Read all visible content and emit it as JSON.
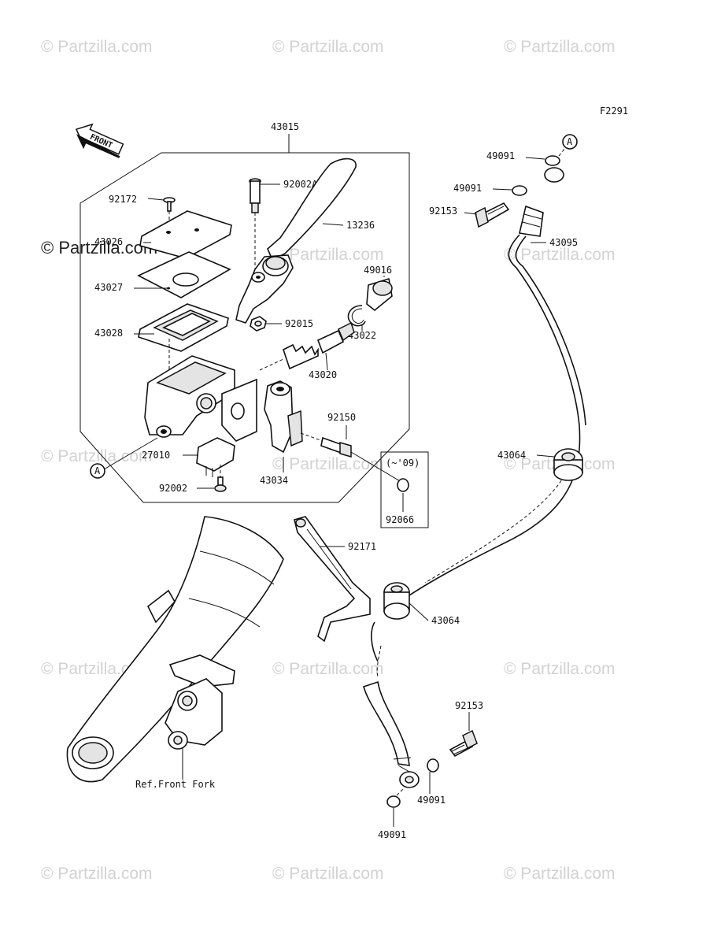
{
  "diagram": {
    "code": "F2291",
    "front_label": "FRONT",
    "circle_marker": "A",
    "ref_label": "Ref.Front Fork",
    "variant_label": "(~'09)",
    "watermark_text": "© Partzilla.com",
    "parts": {
      "p43015": "43015",
      "p92172": "92172",
      "p43026": "43026",
      "p43027": "43027",
      "p43028": "43028",
      "p92002a": "92002A",
      "p13236": "13236",
      "p49016": "49016",
      "p92015": "92015",
      "p43022": "43022",
      "p43020": "43020",
      "p92150": "92150",
      "p27010": "27010",
      "p92002": "92002",
      "p43034": "43034",
      "p92066": "92066",
      "p92171": "92171",
      "p43064_top": "43064",
      "p43064_bot": "43064",
      "p49091_a": "49091",
      "p49091_b": "49091",
      "p92153_top": "92153",
      "p43095": "43095",
      "p92153_bot": "92153",
      "p49091_c": "49091",
      "p49091_d": "49091"
    }
  }
}
